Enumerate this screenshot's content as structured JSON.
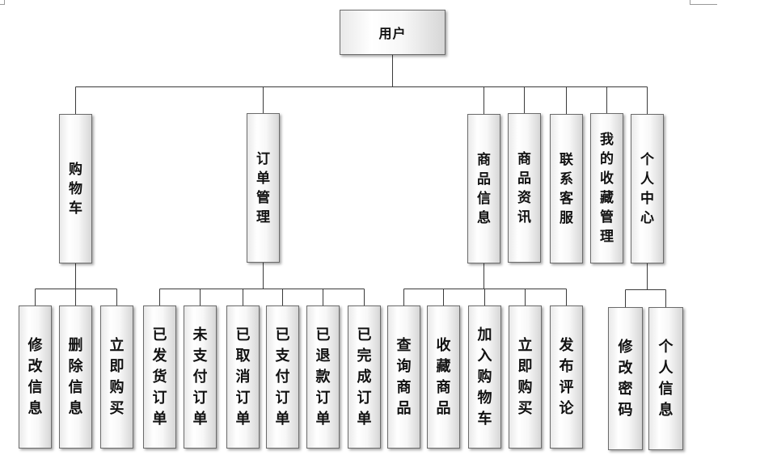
{
  "diagram": {
    "root": {
      "label": "用户"
    },
    "modules": [
      {
        "label": "购物车",
        "children": [
          {
            "label": "修改信息"
          },
          {
            "label": "删除信息"
          },
          {
            "label": "立即购买"
          }
        ]
      },
      {
        "label": "订单管理",
        "children": [
          {
            "label": "已发货订单"
          },
          {
            "label": "未支付订单"
          },
          {
            "label": "已取消订单"
          },
          {
            "label": "已支付订单"
          },
          {
            "label": "已退款订单"
          },
          {
            "label": "已完成订单"
          }
        ]
      },
      {
        "label": "商品信息",
        "children": [
          {
            "label": "查询商品"
          },
          {
            "label": "收藏商品"
          },
          {
            "label": "加入购物车"
          },
          {
            "label": "立即购买"
          },
          {
            "label": "发布评论"
          }
        ]
      },
      {
        "label": "商品资讯",
        "children": []
      },
      {
        "label": "联系客服",
        "children": []
      },
      {
        "label": "我的收藏管理",
        "children": []
      },
      {
        "label": "个人中心",
        "children": [
          {
            "label": "修改密码"
          },
          {
            "label": "个人信息"
          }
        ]
      }
    ]
  }
}
